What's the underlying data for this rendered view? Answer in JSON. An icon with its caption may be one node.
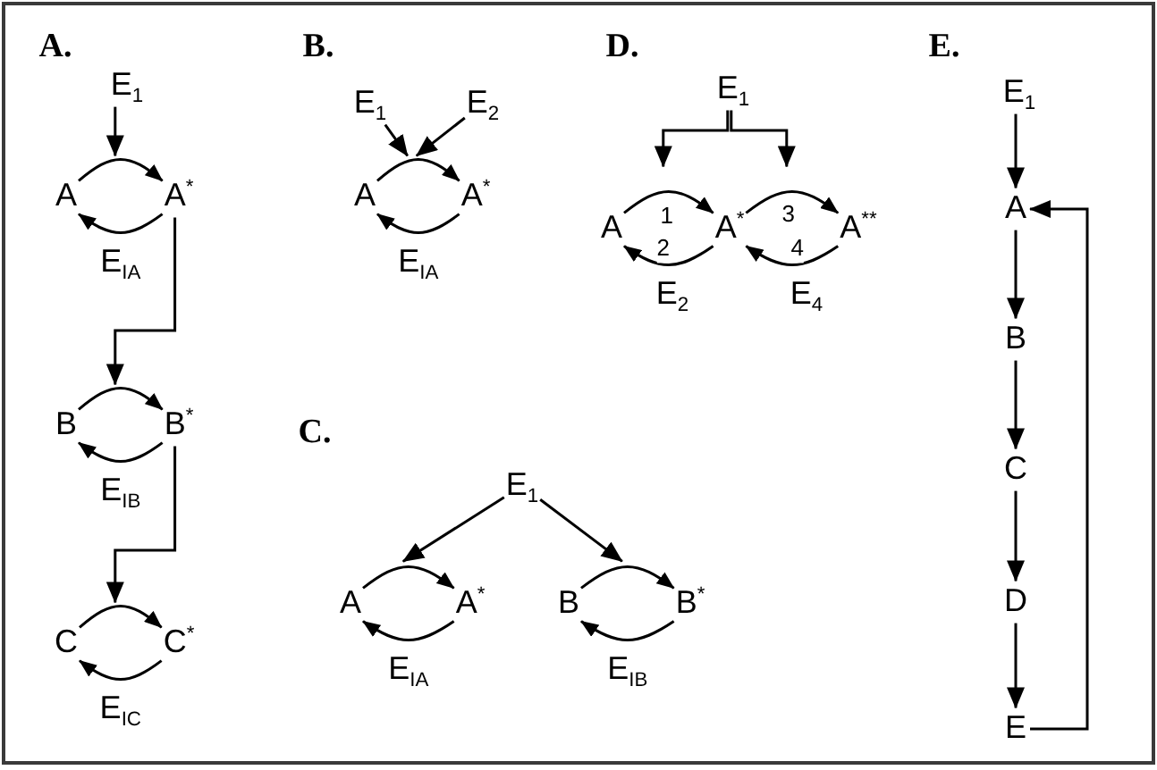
{
  "diagram": {
    "nodes": [
      {
        "text": [
          "E$_{1}$"
        ]
      },
      {
        "text": [
          "A"
        ]
      },
      {
        "text": [
          "A$^{*}$"
        ]
      },
      {
        "text": [
          "B"
        ]
      },
      {
        "text": [
          "B$^{*}$"
        ]
      },
      {
        "text": [
          "C"
        ]
      },
      {
        "text": [
          "C$^{*}$"
        ]
      },
      {
        "text": [
          "E$_{1}$"
        ]
      },
      {
        "text": [
          "E$_{2}$"
        ]
      },
      {
        "text": [
          "A"
        ]
      },
      {
        "text": [
          "A$^{*}$"
        ]
      },
      {
        "text": [
          "E$_{1}$"
        ]
      },
      {
        "text": [
          "A"
        ]
      },
      {
        "text": [
          "A$^{*}$"
        ]
      },
      {
        "text": [
          "B"
        ]
      },
      {
        "text": [
          "B$^{*}$"
        ]
      },
      {
        "text": [
          "E$_{1}$"
        ]
      },
      {
        "text": [
          "A"
        ]
      },
      {
        "text": [
          "A$^{*}$"
        ]
      },
      {
        "text": [
          "A$^{**}$"
        ]
      },
      {
        "text": [
          "E$_{1}$"
        ]
      },
      {
        "text": [
          "A"
        ]
      },
      {
        "text": [
          "B"
        ]
      },
      {
        "text": [
          "C"
        ]
      },
      {
        "text": [
          "D"
        ]
      },
      {
        "text": [
          "E"
        ]
      }
    ],
    "edges": [
      {
        "from": 0,
        "to": 1,
        "arrow": "to"
      },
      {
        "from": 1,
        "to": 2,
        "arrow": "to"
      },
      {
        "from": 2,
        "to": 1,
        "arrow": "to",
        "label": "E$_{IA}$"
      },
      {
        "from": 2,
        "to": 3,
        "arrow": "to"
      },
      {
        "from": 3,
        "to": 4,
        "arrow": "to"
      },
      {
        "from": 4,
        "to": 3,
        "arrow": "to",
        "label": "E$_{IB}$"
      },
      {
        "from": 4,
        "to": 5,
        "arrow": "to"
      },
      {
        "from": 5,
        "to": 6,
        "arrow": "to"
      },
      {
        "from": 6,
        "to": 5,
        "arrow": "to",
        "label": "E$_{IC}$"
      },
      {
        "from": 7,
        "to": 9,
        "arrow": "to"
      },
      {
        "from": 8,
        "to": 9,
        "arrow": "to"
      },
      {
        "from": 9,
        "to": 10,
        "arrow": "to"
      },
      {
        "from": 10,
        "to": 9,
        "arrow": "to",
        "label": "E$_{IA}$"
      },
      {
        "from": 11,
        "to": 12,
        "arrow": "to"
      },
      {
        "from": 11,
        "to": 14,
        "arrow": "to"
      },
      {
        "from": 12,
        "to": 13,
        "arrow": "to"
      },
      {
        "from": 13,
        "to": 12,
        "arrow": "to",
        "label": "E$_{IA}$"
      },
      {
        "from": 14,
        "to": 15,
        "arrow": "to"
      },
      {
        "from": 15,
        "to": 14,
        "arrow": "to",
        "label": "E$_{IB}$"
      },
      {
        "from": 16,
        "to": 17,
        "arrow": "to"
      },
      {
        "from": 16,
        "to": 18,
        "arrow": "to"
      },
      {
        "from": 17,
        "to": 18,
        "arrow": "to",
        "label": "1"
      },
      {
        "from": 18,
        "to": 17,
        "arrow": "to",
        "label": "2"
      },
      {
        "from": 18,
        "to": 19,
        "arrow": "to",
        "label": "3"
      },
      {
        "from": 19,
        "to": 18,
        "arrow": "to",
        "label": "4"
      },
      {
        "from": 20,
        "to": 21,
        "arrow": "to"
      },
      {
        "from": 21,
        "to": 22,
        "arrow": "to"
      },
      {
        "from": 22,
        "to": 23,
        "arrow": "to"
      },
      {
        "from": 23,
        "to": 24,
        "arrow": "to"
      },
      {
        "from": 24,
        "to": 25,
        "arrow": "to"
      },
      {
        "from": 25,
        "to": 21,
        "arrow": "to"
      }
    ],
    "labels": [
      "A.",
      "B.",
      "C.",
      "D.",
      "E$_{2}$",
      "E$_{4}$",
      "E."
    ]
  }
}
